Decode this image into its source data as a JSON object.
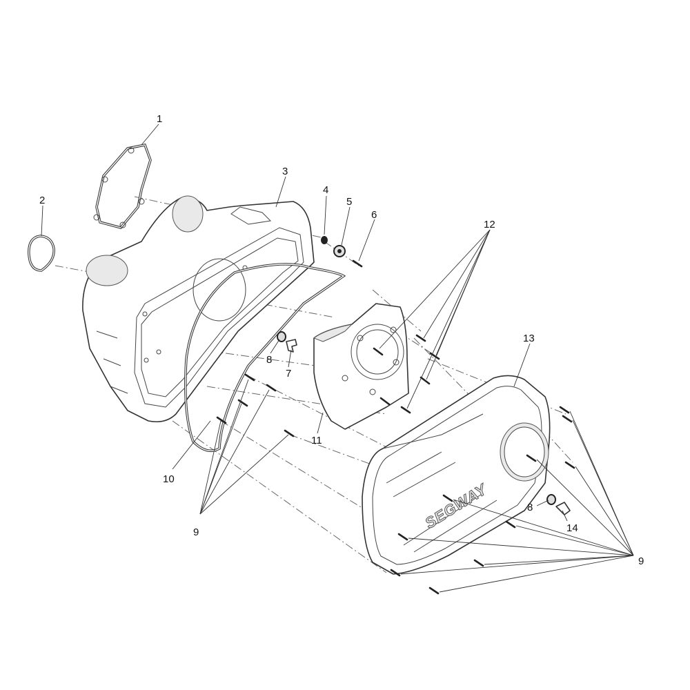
{
  "callouts": {
    "c1": "1",
    "c2": "2",
    "c3": "3",
    "c4": "4",
    "c5": "5",
    "c6": "6",
    "c7": "7",
    "c8a": "8",
    "c8b": "8",
    "c9a": "9",
    "c9b": "9",
    "c10": "10",
    "c11": "11",
    "c12": "12",
    "c13": "13",
    "c14": "14"
  },
  "cover_logo": "SEGWAY"
}
